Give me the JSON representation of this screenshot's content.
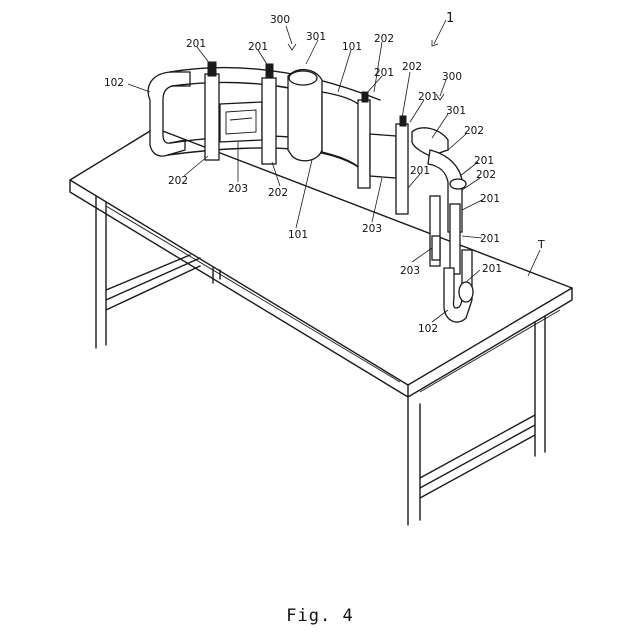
{
  "figure": {
    "caption": "Fig. 4",
    "labels": {
      "l_201a": "201",
      "l_201b": "201",
      "l_300a": "300",
      "l_301a": "301",
      "l_101a": "101",
      "l_202a": "202",
      "l_1": "1",
      "l_102a": "102",
      "l_201c": "201",
      "l_202b": "202",
      "l_300b": "300",
      "l_201d": "201",
      "l_301b": "301",
      "l_202c": "202",
      "l_201e": "201",
      "l_202d": "202",
      "l_202e": "202",
      "l_201f": "201",
      "l_203a": "203",
      "l_202f": "202",
      "l_201g": "201",
      "l_101b": "101",
      "l_203b": "203",
      "l_201h": "201",
      "l_T": "T",
      "l_203c": "203",
      "l_201i": "201",
      "l_102b": "102"
    }
  }
}
